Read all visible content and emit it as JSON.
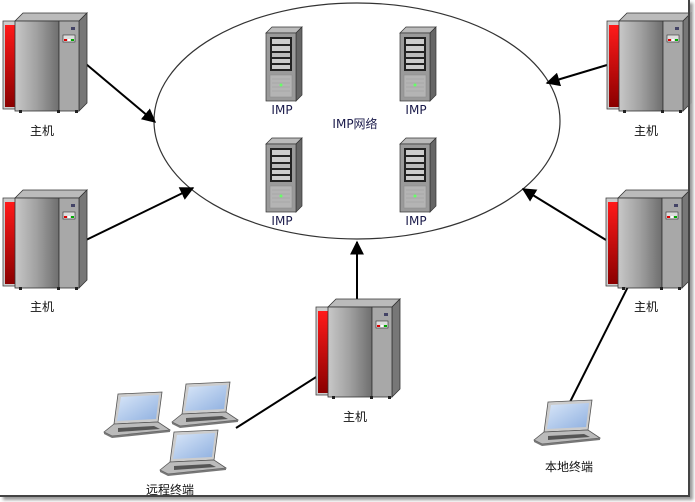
{
  "diagram": {
    "network_label": "IMP网络",
    "imp_nodes": [
      {
        "label": "IMP"
      },
      {
        "label": "IMP"
      },
      {
        "label": "IMP"
      },
      {
        "label": "IMP"
      }
    ],
    "hosts": [
      {
        "label": "主机",
        "position": "top-left"
      },
      {
        "label": "主机",
        "position": "middle-left"
      },
      {
        "label": "主机",
        "position": "top-right"
      },
      {
        "label": "主机",
        "position": "middle-right"
      },
      {
        "label": "主机",
        "position": "bottom-center"
      }
    ],
    "terminals": [
      {
        "label": "远程终端",
        "group": "remote",
        "count": 3
      },
      {
        "label": "本地终端",
        "group": "local",
        "count": 1
      }
    ],
    "edges": [
      {
        "from": "主机 (top-left)",
        "to": "IMP网络",
        "arrow": true
      },
      {
        "from": "主机 (middle-left)",
        "to": "IMP网络",
        "arrow": true
      },
      {
        "from": "主机 (top-right)",
        "to": "IMP网络",
        "arrow": true
      },
      {
        "from": "主机 (middle-right)",
        "to": "IMP网络",
        "arrow": true
      },
      {
        "from": "主机 (bottom-center)",
        "to": "IMP网络",
        "arrow": true
      },
      {
        "from": "远程终端",
        "to": "主机 (bottom-center)",
        "arrow": false
      },
      {
        "from": "本地终端",
        "to": "主机 (middle-right)",
        "arrow": false
      }
    ],
    "colors": {
      "host_body": "#9a9a9a",
      "host_panel": "#d01010",
      "line": "#000000",
      "ellipse": "#333333",
      "laptop_screen": "#a8c4e8"
    }
  }
}
